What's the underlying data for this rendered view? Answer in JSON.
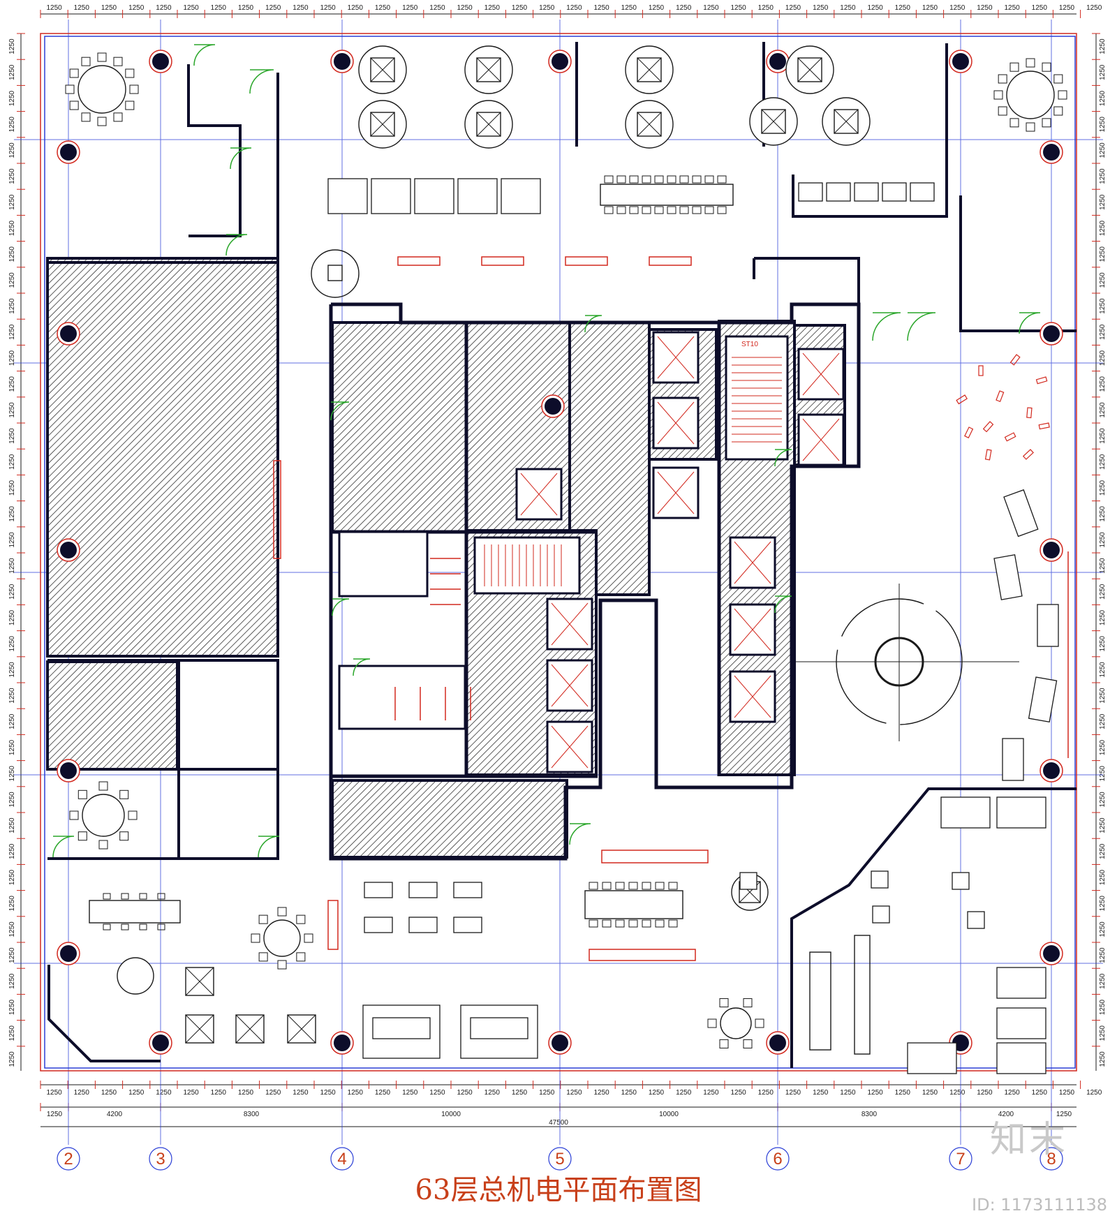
{
  "title": "63层总机电平面布置图",
  "watermark": "知末",
  "image_id": "ID: 1173111138",
  "stair_label": "ST10",
  "module_dim": "1250",
  "top_dim_count": 39,
  "side_dim_count": 40,
  "overall_dims": [
    "1250",
    "4200",
    "8300",
    "10000",
    "10000",
    "8300",
    "4200",
    "1250"
  ],
  "total_dim": "47500",
  "axis_labels": [
    "2",
    "3",
    "4",
    "5",
    "6",
    "7",
    "8"
  ],
  "colors": {
    "wall": "#0d0d2a",
    "hatch": "#333333",
    "accent": "#d2281e",
    "axis": "#2b3fd6",
    "door": "#2aa62a",
    "title": "#c8401a"
  }
}
